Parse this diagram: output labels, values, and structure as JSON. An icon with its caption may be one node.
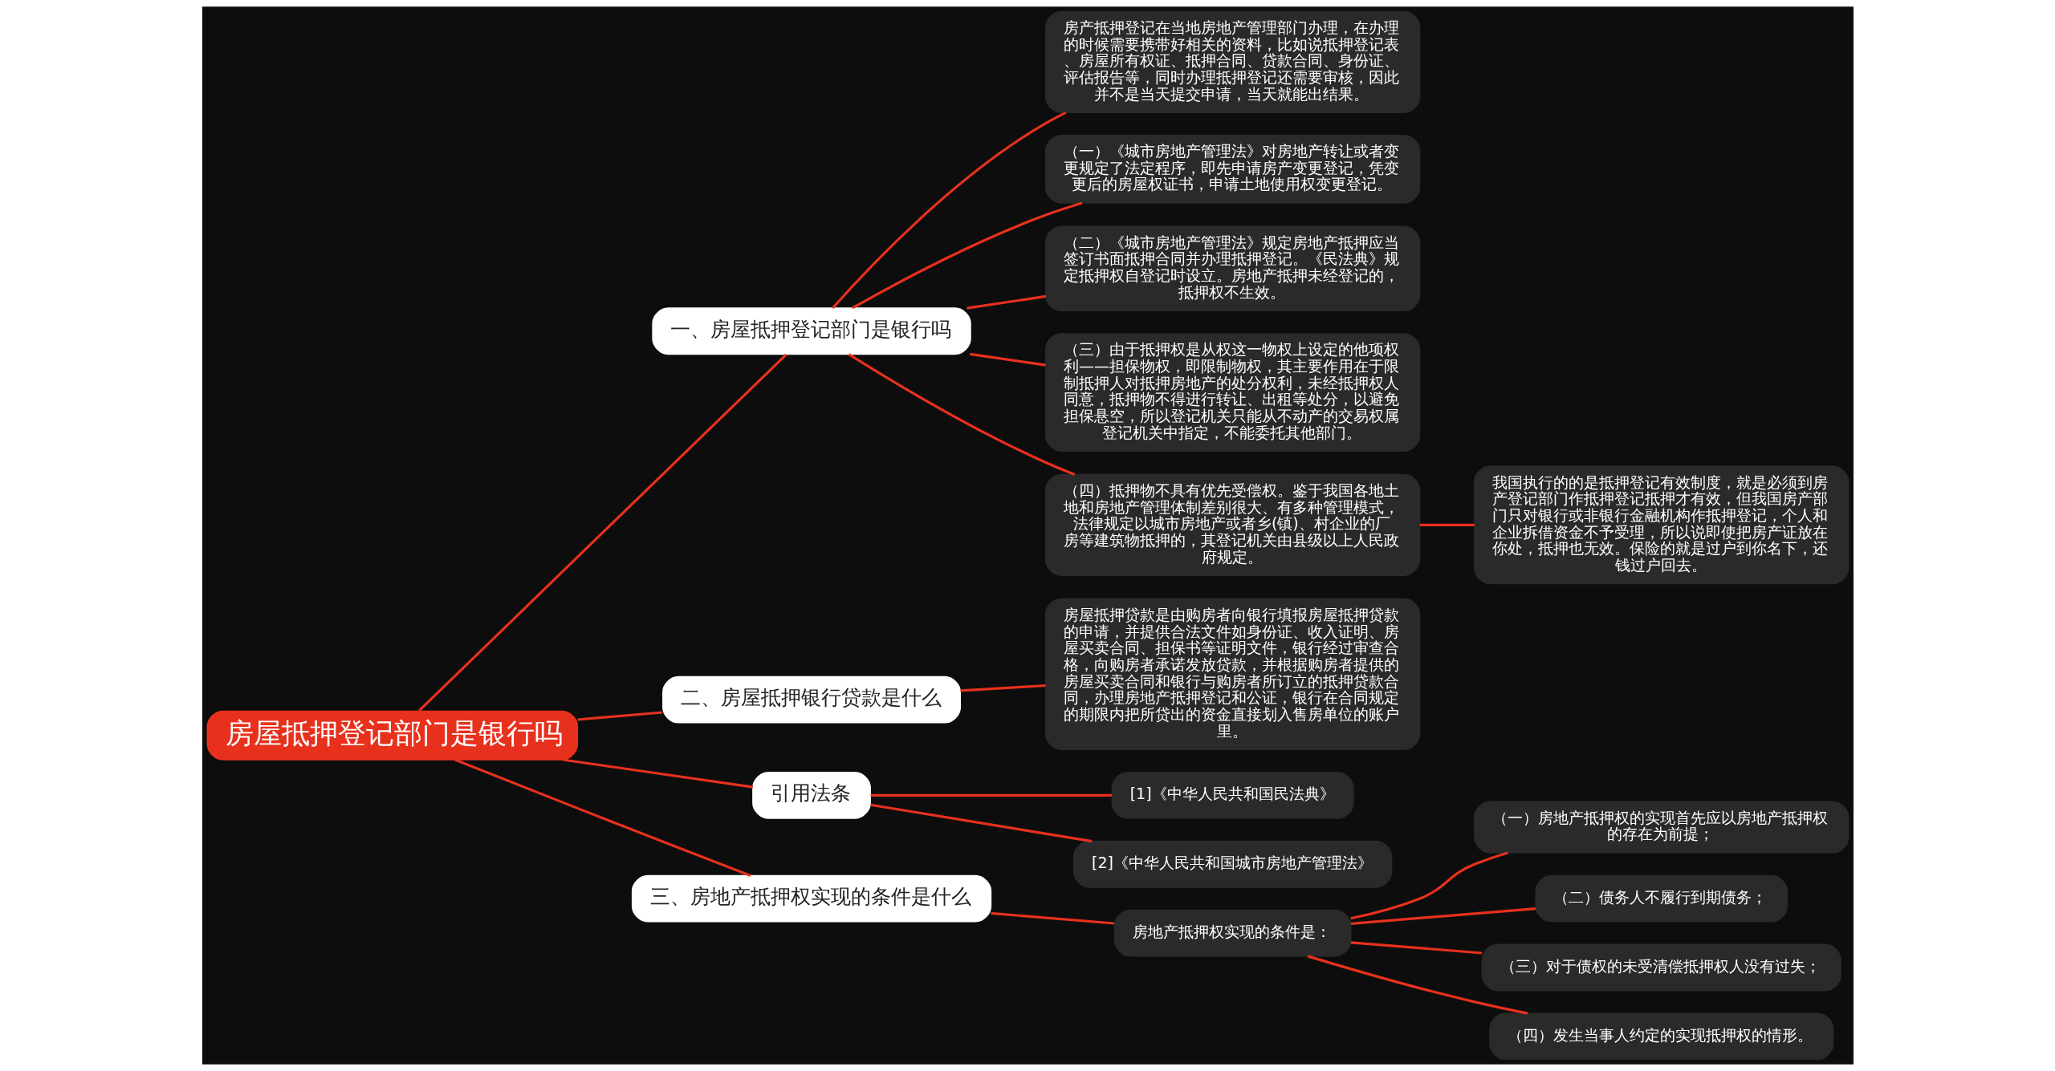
{
  "diagram": {
    "nodes": [
      {
        "text": [
          "房屋抵押登记部门是银行吗"
        ]
      },
      {
        "text": [
          "一、房屋抵押登记部门是银行吗"
        ]
      },
      {
        "text": [
          "房产抵押登记在当地房地产管理部门办理，在办理的时候需要携带好相关的资料，比如说抵押登记表、房屋所有权证、抵押合同、贷款合同、身份证、评估报告等，同时办理抵押登记还需要审核，因此并不是当天提交申请，当天就能出结果。"
        ]
      },
      {
        "text": [
          "（一）《城市房地产管理法》对房地产转让或者变更规定了法定程序，即先申请房产变更登记，凭变更后的房屋权证书，申请土地使用权变更登记。"
        ]
      },
      {
        "text": [
          "（二）《城市房地产管理法》规定房地产抵押应当签订书面抵押合同并办理抵押登记。《民法典》规定抵押权自登记时设立。房地产抵押未经登记的，抵押权不生效。"
        ]
      },
      {
        "text": [
          "（三）由于抵押权是从权这一物权上设定的他项权利——担保物权，即限制物权，其主要作用在于限制抵押人对抵押房地产的处分权利，未经抵押权人同意，抵押物不得进行转让、出租等处分，以避免担保悬空，所以登记机关只能从不动产的交易权属登记机关中指定，不能委托其他部门。"
        ]
      },
      {
        "text": [
          "（四）抵押物不具有优先受偿权。鉴于我国各地土地和房地产管理体制差别很大、有多种管理模式，法律规定以城市房地产或者乡(镇)、村企业的厂房等建筑物抵押的，其登记机关由县级以上人民政府规定。"
        ]
      },
      {
        "text": [
          "我国执行的的是抵押登记有效制度，就是必须到房产登记部门作抵押登记抵押才有效，但我国房产部门只对银行或非银行金融机构作抵押登记，个人和企业拆借资金不予受理，所以说即使把房产证放在你处，抵押也无效。保险的就是过户到你名下，还钱过户回去。"
        ]
      },
      {
        "text": [
          "二、房屋抵押银行贷款是什么"
        ]
      },
      {
        "text": [
          "房屋抵押贷款是由购房者向银行填报房屋抵押贷款的申请，并提供合法文件如身份证、收入证明、房屋买卖合同、担保书等证明文件，银行经过审查合格，向购房者承诺发放贷款，并根据购房者提供的房屋买卖合同和银行与购房者所订立的抵押贷款合同，办理房地产抵押登记和公证，银行在合同规定的期限内把所贷出的资金直接划入售房单位的账户里。"
        ]
      },
      {
        "text": [
          "引用法条"
        ]
      },
      {
        "text": [
          "[1]《中华人民共和国民法典》"
        ]
      },
      {
        "text": [
          "[2]《中华人民共和国城市房地产管理法》"
        ]
      },
      {
        "text": [
          "三、房地产抵押权实现的条件是什么"
        ]
      },
      {
        "text": [
          "房地产抵押权实现的条件是："
        ]
      },
      {
        "text": [
          "（一）房地产抵押权的实现首先应以房地产抵押权的存在为前提；"
        ]
      },
      {
        "text": [
          "（二）债务人不履行到期债务；"
        ]
      },
      {
        "text": [
          "（三）对于债权的未受清偿抵押权人没有过失；"
        ]
      },
      {
        "text": [
          "（四）发生当事人约定的实现抵押权的情形。"
        ]
      }
    ],
    "edges": [
      {
        "from": 0,
        "to": 1,
        "arrow": "none"
      },
      {
        "from": 1,
        "to": 2,
        "arrow": "none"
      },
      {
        "from": 1,
        "to": 3,
        "arrow": "none"
      },
      {
        "from": 1,
        "to": 4,
        "arrow": "none"
      },
      {
        "from": 1,
        "to": 5,
        "arrow": "none"
      },
      {
        "from": 1,
        "to": 6,
        "arrow": "none"
      },
      {
        "from": 6,
        "to": 7,
        "arrow": "none"
      },
      {
        "from": 0,
        "to": 8,
        "arrow": "none"
      },
      {
        "from": 8,
        "to": 9,
        "arrow": "none"
      },
      {
        "from": 0,
        "to": 10,
        "arrow": "none"
      },
      {
        "from": 10,
        "to": 11,
        "arrow": "none"
      },
      {
        "from": 10,
        "to": 12,
        "arrow": "none"
      },
      {
        "from": 0,
        "to": 13,
        "arrow": "none"
      },
      {
        "from": 13,
        "to": 14,
        "arrow": "none"
      },
      {
        "from": 14,
        "to": 15,
        "arrow": "none"
      },
      {
        "from": 14,
        "to": 16,
        "arrow": "none"
      },
      {
        "from": 14,
        "to": 17,
        "arrow": "none"
      },
      {
        "from": 14,
        "to": 18,
        "arrow": "none"
      }
    ]
  }
}
